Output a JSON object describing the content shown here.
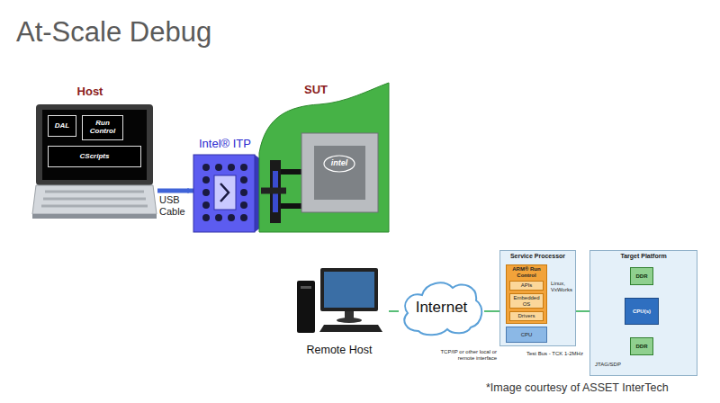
{
  "diagram": {
    "title": "At-Scale Debug",
    "caption": "*Image courtesy of ASSET InterTech",
    "nodes": [
      {
        "text": [
          "Host"
        ]
      },
      {
        "text": [
          "DAL"
        ],
        "in": 0
      },
      {
        "text": [
          "Run Control"
        ],
        "in": 0
      },
      {
        "text": [
          "CScripts"
        ],
        "in": 0
      },
      {
        "text": [
          "Intel® ITP"
        ]
      },
      {
        "text": [
          "SUT"
        ]
      },
      {
        "text": [
          "Remote Host"
        ]
      },
      {
        "text": [
          "Internet"
        ]
      },
      {
        "text": [
          "Service Processor"
        ]
      },
      {
        "text": [
          "ARM® Run Control"
        ],
        "in": 8
      },
      {
        "text": [
          "APIs"
        ],
        "in": 9
      },
      {
        "text": [
          "Embedded OS"
        ],
        "in": 9
      },
      {
        "text": [
          "Drivers"
        ],
        "in": 9
      },
      {
        "text": [
          "CPU"
        ],
        "in": 8
      },
      {
        "text": [
          "Target Platform"
        ]
      },
      {
        "text": [
          "DDR"
        ],
        "in": 14
      },
      {
        "text": [
          "CPU(s)"
        ],
        "in": 14
      },
      {
        "text": [
          "DDR"
        ],
        "in": 14
      }
    ],
    "edges": [
      {
        "from": 0,
        "to": 4,
        "label": "USB Cable",
        "arrow": "none"
      },
      {
        "from": 4,
        "to": 5,
        "arrow": "none"
      },
      {
        "from": 6,
        "to": 7,
        "arrow": "none"
      },
      {
        "from": 7,
        "to": 8,
        "arrow": "none"
      },
      {
        "from": 8,
        "to": 14,
        "arrow": "none"
      },
      {
        "from": 16,
        "to": 15,
        "arrow": "none"
      },
      {
        "from": 16,
        "to": 17,
        "arrow": "none"
      }
    ],
    "labels": [
      "intel",
      "Linux, VxWorks",
      "TCP/IP or other local or remote interface",
      "Test Bus - TCK 1-2MHz",
      "JTAG/SDP"
    ]
  }
}
